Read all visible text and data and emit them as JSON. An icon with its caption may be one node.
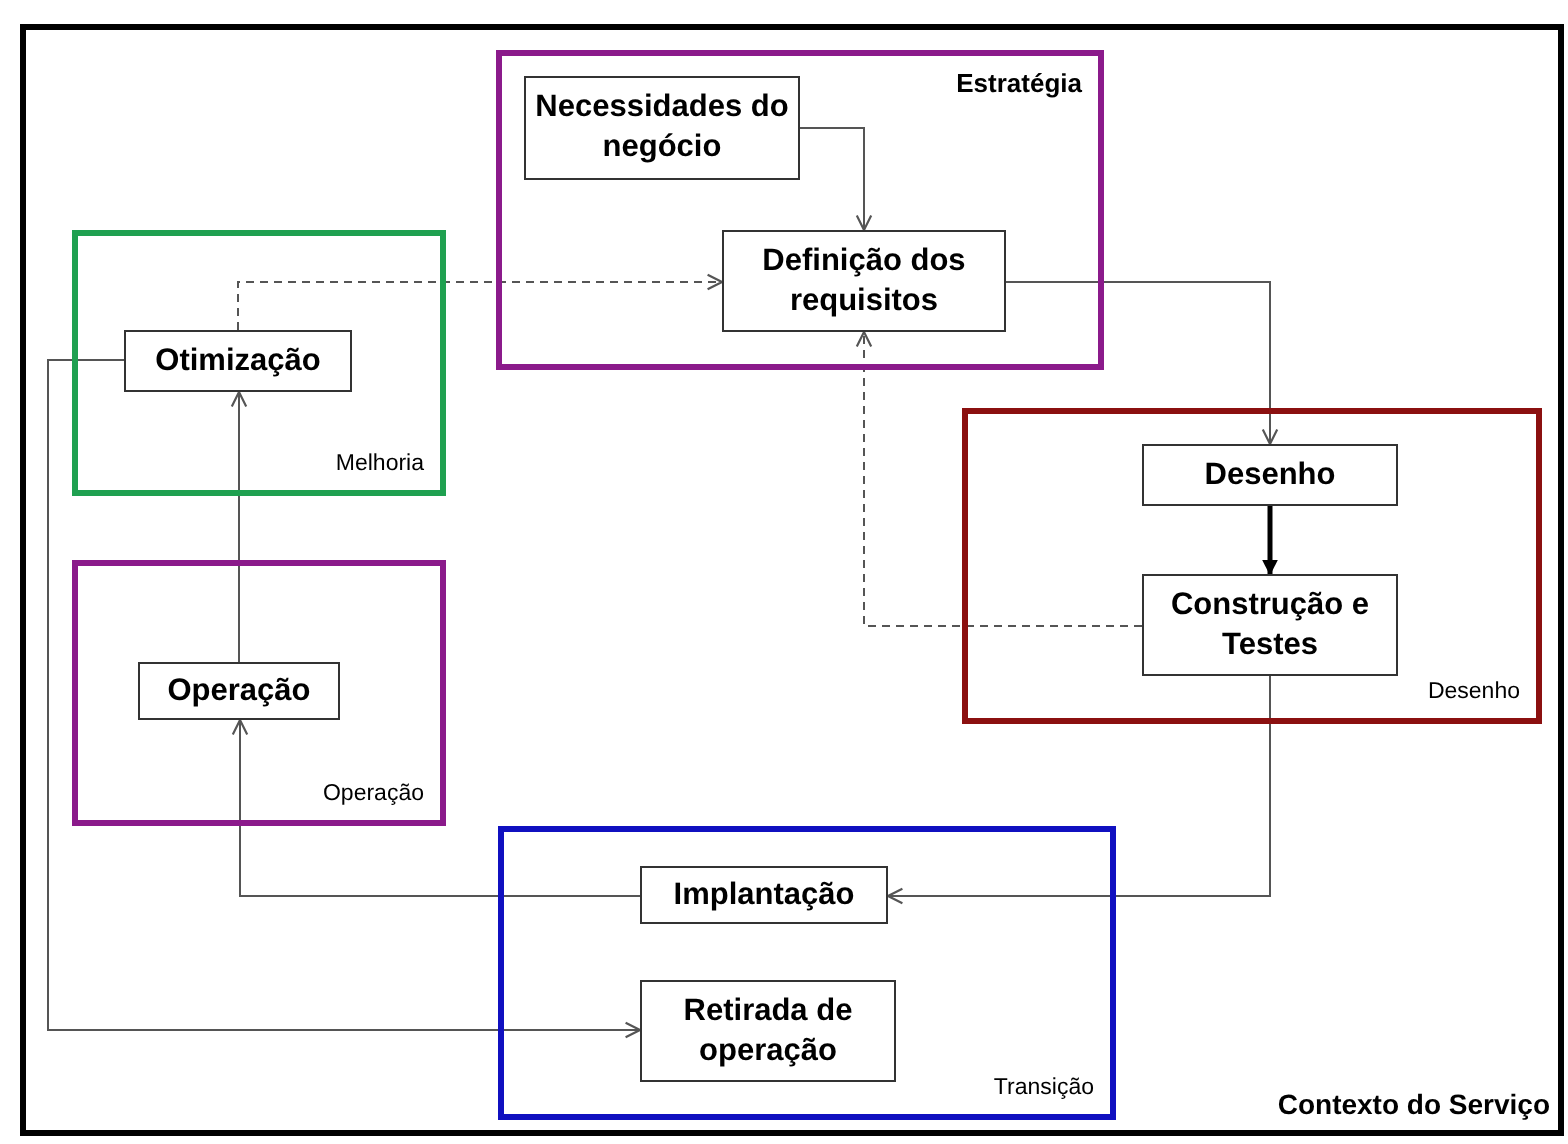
{
  "diagram": {
    "nodes": [
      {
        "text": [
          "Contexto do Serviço"
        ]
      },
      {
        "text": [
          "Estratégia"
        ],
        "in": 0
      },
      {
        "text": [
          "Necessidades do negócio"
        ],
        "in": 1
      },
      {
        "text": [
          "Definição dos requisitos"
        ],
        "in": 1
      },
      {
        "text": [
          "Melhoria"
        ],
        "in": 0
      },
      {
        "text": [
          "Otimização"
        ],
        "in": 4
      },
      {
        "text": [
          "Desenho"
        ],
        "in": 0
      },
      {
        "text": [
          "Desenho"
        ],
        "in": 6
      },
      {
        "text": [
          "Construção e Testes"
        ],
        "in": 6
      },
      {
        "text": [
          "Operação"
        ],
        "in": 0
      },
      {
        "text": [
          "Operação"
        ],
        "in": 9
      },
      {
        "text": [
          "Transição"
        ],
        "in": 0
      },
      {
        "text": [
          "Implantação"
        ],
        "in": 11
      },
      {
        "text": [
          "Retirada de operação"
        ],
        "in": 11
      }
    ],
    "edges": [
      {
        "from": 2,
        "to": 3,
        "arrow": "to"
      },
      {
        "from": 5,
        "to": 3,
        "arrow": "to",
        "style": "dashed"
      },
      {
        "from": 3,
        "to": 7,
        "arrow": "to"
      },
      {
        "from": 7,
        "to": 8,
        "arrow": "to",
        "style": "thick",
        "color": "#000000"
      },
      {
        "from": 8,
        "to": 3,
        "arrow": "to",
        "style": "dashed"
      },
      {
        "from": 10,
        "to": 5,
        "arrow": "to"
      },
      {
        "from": 8,
        "to": 12,
        "arrow": "to"
      },
      {
        "from": 12,
        "to": 10,
        "arrow": "to"
      },
      {
        "from": 5,
        "to": 13,
        "arrow": "to"
      }
    ]
  }
}
